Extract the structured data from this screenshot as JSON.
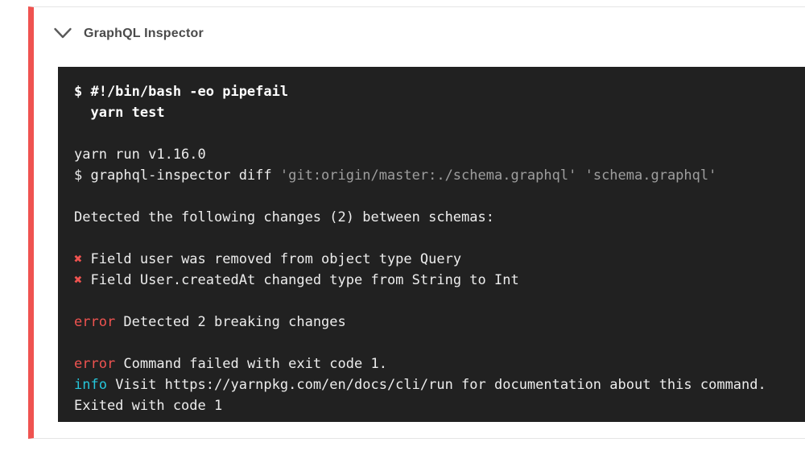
{
  "header": {
    "title": "GraphQL Inspector",
    "collapse_icon": "chevron-down"
  },
  "colors": {
    "accent": "#ef5350",
    "terminal_bg": "#212121",
    "error_red": "#ef5350",
    "info_cyan": "#26c6da",
    "dim_gray": "#9e9e9e",
    "title_gray": "#4a4a4a",
    "card_border": "#e5e5e5"
  },
  "terminal": {
    "lines": [
      {
        "segments": [
          {
            "style": "bold",
            "text": "$ #!/bin/bash -eo pipefail"
          }
        ]
      },
      {
        "segments": [
          {
            "style": "bold",
            "text": "  yarn test"
          }
        ]
      },
      {
        "segments": []
      },
      {
        "segments": [
          {
            "style": "plain",
            "text": "yarn run v1.16.0"
          }
        ]
      },
      {
        "segments": [
          {
            "style": "plain",
            "text": "$ graphql-inspector diff "
          },
          {
            "style": "dim",
            "text": "'git:origin/master:./schema.graphql'"
          },
          {
            "style": "plain",
            "text": " "
          },
          {
            "style": "dim",
            "text": "'schema.graphql'"
          }
        ]
      },
      {
        "segments": []
      },
      {
        "segments": [
          {
            "style": "plain",
            "text": "Detected the following changes (2) between schemas:"
          }
        ]
      },
      {
        "segments": []
      },
      {
        "segments": [
          {
            "style": "cross",
            "text": "✖"
          },
          {
            "style": "plain",
            "text": " Field user was removed from object type Query"
          }
        ]
      },
      {
        "segments": [
          {
            "style": "cross",
            "text": "✖"
          },
          {
            "style": "plain",
            "text": " Field User.createdAt changed type from String to Int"
          }
        ]
      },
      {
        "segments": []
      },
      {
        "segments": [
          {
            "style": "error",
            "text": "error"
          },
          {
            "style": "plain",
            "text": " Detected 2 breaking changes"
          }
        ]
      },
      {
        "segments": []
      },
      {
        "segments": [
          {
            "style": "error",
            "text": "error"
          },
          {
            "style": "plain",
            "text": " Command failed with exit code 1."
          }
        ]
      },
      {
        "segments": [
          {
            "style": "info",
            "text": "info"
          },
          {
            "style": "plain",
            "text": " Visit https://yarnpkg.com/en/docs/cli/run for documentation about this command."
          }
        ]
      },
      {
        "segments": [
          {
            "style": "plain",
            "text": "Exited with code 1"
          }
        ]
      }
    ]
  }
}
